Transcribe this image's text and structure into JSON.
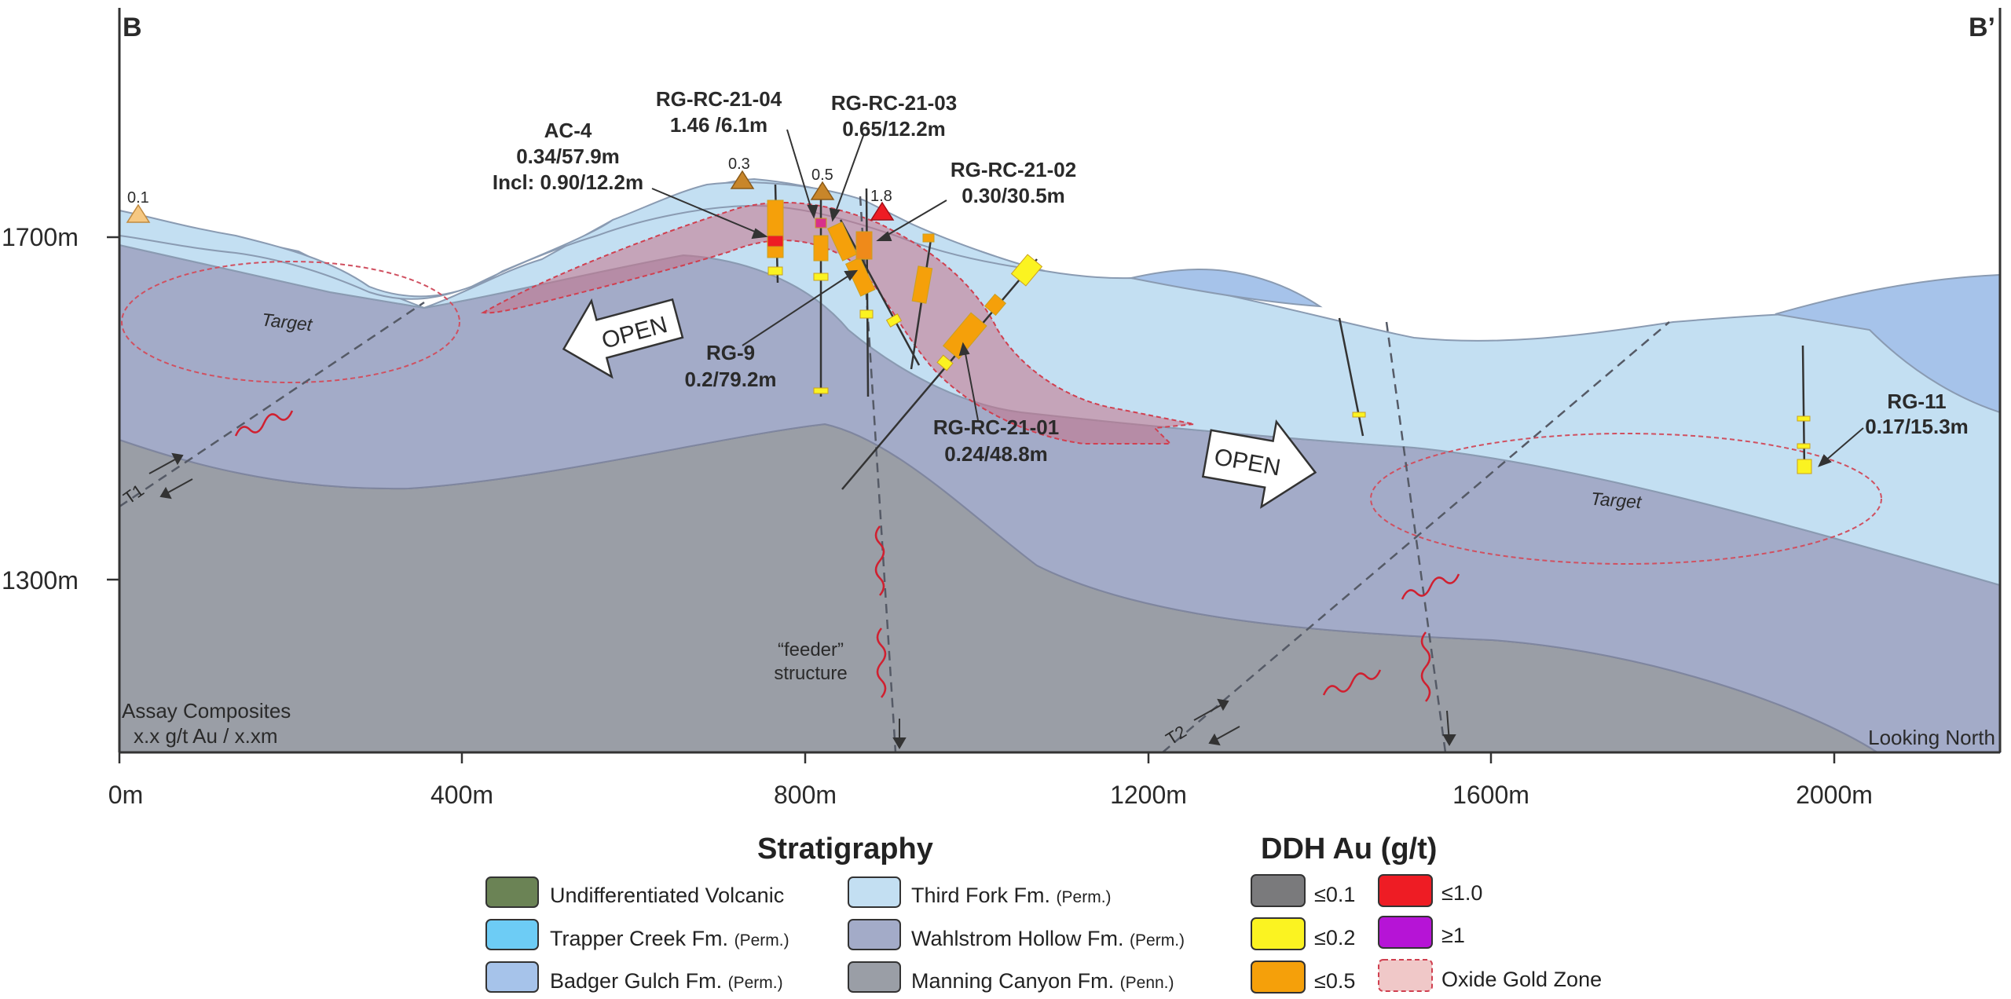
{
  "section": {
    "left_label": "B",
    "right_label": "B’",
    "looking": "Looking North",
    "assay_line1": "Assay Composites",
    "assay_line2": "x.x g/t Au / x.xm",
    "feeder_line1": "“feeder”",
    "feeder_line2": "structure",
    "elev_1700": "1700m",
    "elev_1300": "1300m",
    "x_ticks": [
      "0m",
      "400m",
      "800m",
      "1200m",
      "1600m",
      "2000m"
    ],
    "target_left": "Target",
    "target_right": "Target",
    "open_left": "OPEN",
    "open_right": "OPEN",
    "fault_t1": "T1",
    "fault_t2": "T2"
  },
  "surface_samples": {
    "s1": "0.1",
    "s2": "0.3",
    "s3": "0.5",
    "s4": "1.8"
  },
  "holes": {
    "ac4": {
      "name": "AC-4",
      "line1": "0.34/57.9m",
      "line2": "Incl: 0.90/12.2m"
    },
    "rc04": {
      "name": "RG-RC-21-04",
      "line1": "1.46 /6.1m"
    },
    "rc03": {
      "name": "RG-RC-21-03",
      "line1": "0.65/12.2m"
    },
    "rc02": {
      "name": "RG-RC-21-02",
      "line1": "0.30/30.5m"
    },
    "rg9": {
      "name": "RG-9",
      "line1": "0.2/79.2m"
    },
    "rc01": {
      "name": "RG-RC-21-01",
      "line1": "0.24/48.8m"
    },
    "rg11": {
      "name": "RG-11",
      "line1": "0.17/15.3m"
    }
  },
  "legend": {
    "strat_title": "Stratigraphy",
    "au_title": "DDH Au (g/t)",
    "strat_items": [
      {
        "label": "Undifferentiated Volcanic",
        "suffix": "",
        "color": "#6b8355"
      },
      {
        "label": "Trapper Creek Fm.",
        "suffix": "(Perm.)",
        "color": "#6dccf5"
      },
      {
        "label": "Badger Gulch Fm.",
        "suffix": "(Perm.)",
        "color": "#a6c3ea"
      },
      {
        "label": "Third Fork Fm.",
        "suffix": "(Perm.)",
        "color": "#c3dff2"
      },
      {
        "label": "Wahlstrom Hollow Fm.",
        "suffix": "(Perm.)",
        "color": "#a3abc8"
      },
      {
        "label": "Manning Canyon Fm.",
        "suffix": "(Penn.)",
        "color": "#9a9ea6"
      }
    ],
    "au_items": [
      {
        "label": "≤0.1",
        "color": "#7a7a7c"
      },
      {
        "label": "≤0.2",
        "color": "#fbf321"
      },
      {
        "label": "≤0.5",
        "color": "#f5a00a"
      },
      {
        "label": "≤1.0",
        "color": "#ee1c24"
      },
      {
        "label": "≥1",
        "color": "#b614d6"
      },
      {
        "label": "Oxide Gold Zone",
        "color": "#f0c8c8"
      }
    ]
  }
}
